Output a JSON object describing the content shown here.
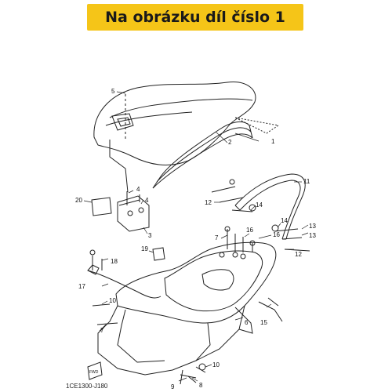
{
  "banner": {
    "text": "Na obrázku díl číslo 1"
  },
  "callouts": [
    {
      "id": "c1",
      "label": "1"
    },
    {
      "id": "c2",
      "label": "2"
    },
    {
      "id": "c3",
      "label": "3"
    },
    {
      "id": "c4a",
      "label": "4"
    },
    {
      "id": "c4b",
      "label": "4"
    },
    {
      "id": "c5",
      "label": "5"
    },
    {
      "id": "c6",
      "label": "6"
    },
    {
      "id": "c7a",
      "label": "7"
    },
    {
      "id": "c7b",
      "label": "7"
    },
    {
      "id": "c8",
      "label": "8"
    },
    {
      "id": "c9",
      "label": "9"
    },
    {
      "id": "c10a",
      "label": "10"
    },
    {
      "id": "c10b",
      "label": "10"
    },
    {
      "id": "c11",
      "label": "11"
    },
    {
      "id": "c12a",
      "label": "12"
    },
    {
      "id": "c12b",
      "label": "12"
    },
    {
      "id": "c13a",
      "label": "13"
    },
    {
      "id": "c13b",
      "label": "13"
    },
    {
      "id": "c14a",
      "label": "14"
    },
    {
      "id": "c14b",
      "label": "14"
    },
    {
      "id": "c15",
      "label": "15"
    },
    {
      "id": "c16a",
      "label": "16"
    },
    {
      "id": "c16b",
      "label": "16"
    },
    {
      "id": "c17",
      "label": "17"
    },
    {
      "id": "c18",
      "label": "18"
    },
    {
      "id": "c19",
      "label": "19"
    },
    {
      "id": "c20",
      "label": "20"
    }
  ],
  "fwd_mark": "FWD",
  "diagram_code": "1CE1300-J180"
}
